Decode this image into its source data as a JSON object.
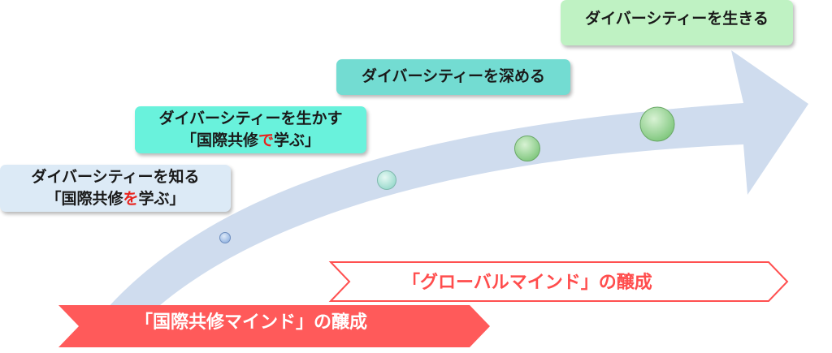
{
  "colors": {
    "arrow": "#cfdcee",
    "box_1": "#dceaf6",
    "box_2": "#69f2dc",
    "box_3": "#73dcd2",
    "box_4": "#bff2c3",
    "highlight": "#e8231e",
    "banner_red": "#ff5a5a",
    "node_blue": "#a9c3e8",
    "node_teal": "#b6e8de",
    "node_green": "#9ed69b"
  },
  "stages": [
    {
      "line1": "ダイバーシティーを知る",
      "line2_pre": "「国際共修",
      "line2_hl": "を",
      "line2_post": "学ぶ」"
    },
    {
      "line1": "ダイバーシティーを生かす",
      "line2_pre": "「国際共修",
      "line2_hl": "で",
      "line2_post": "学ぶ」"
    },
    {
      "line1": "ダイバーシティーを深める"
    },
    {
      "line1": "ダイバーシティーを生きる"
    }
  ],
  "banners": {
    "global": "「グローバルマインド」の醸成",
    "kokusai": "「国際共修マインド」の醸成"
  },
  "nodes": [
    {
      "name": "node-1",
      "color": "node_blue"
    },
    {
      "name": "node-2",
      "color": "node_teal"
    },
    {
      "name": "node-3",
      "color": "node_green"
    },
    {
      "name": "node-4",
      "color": "node_green"
    }
  ]
}
